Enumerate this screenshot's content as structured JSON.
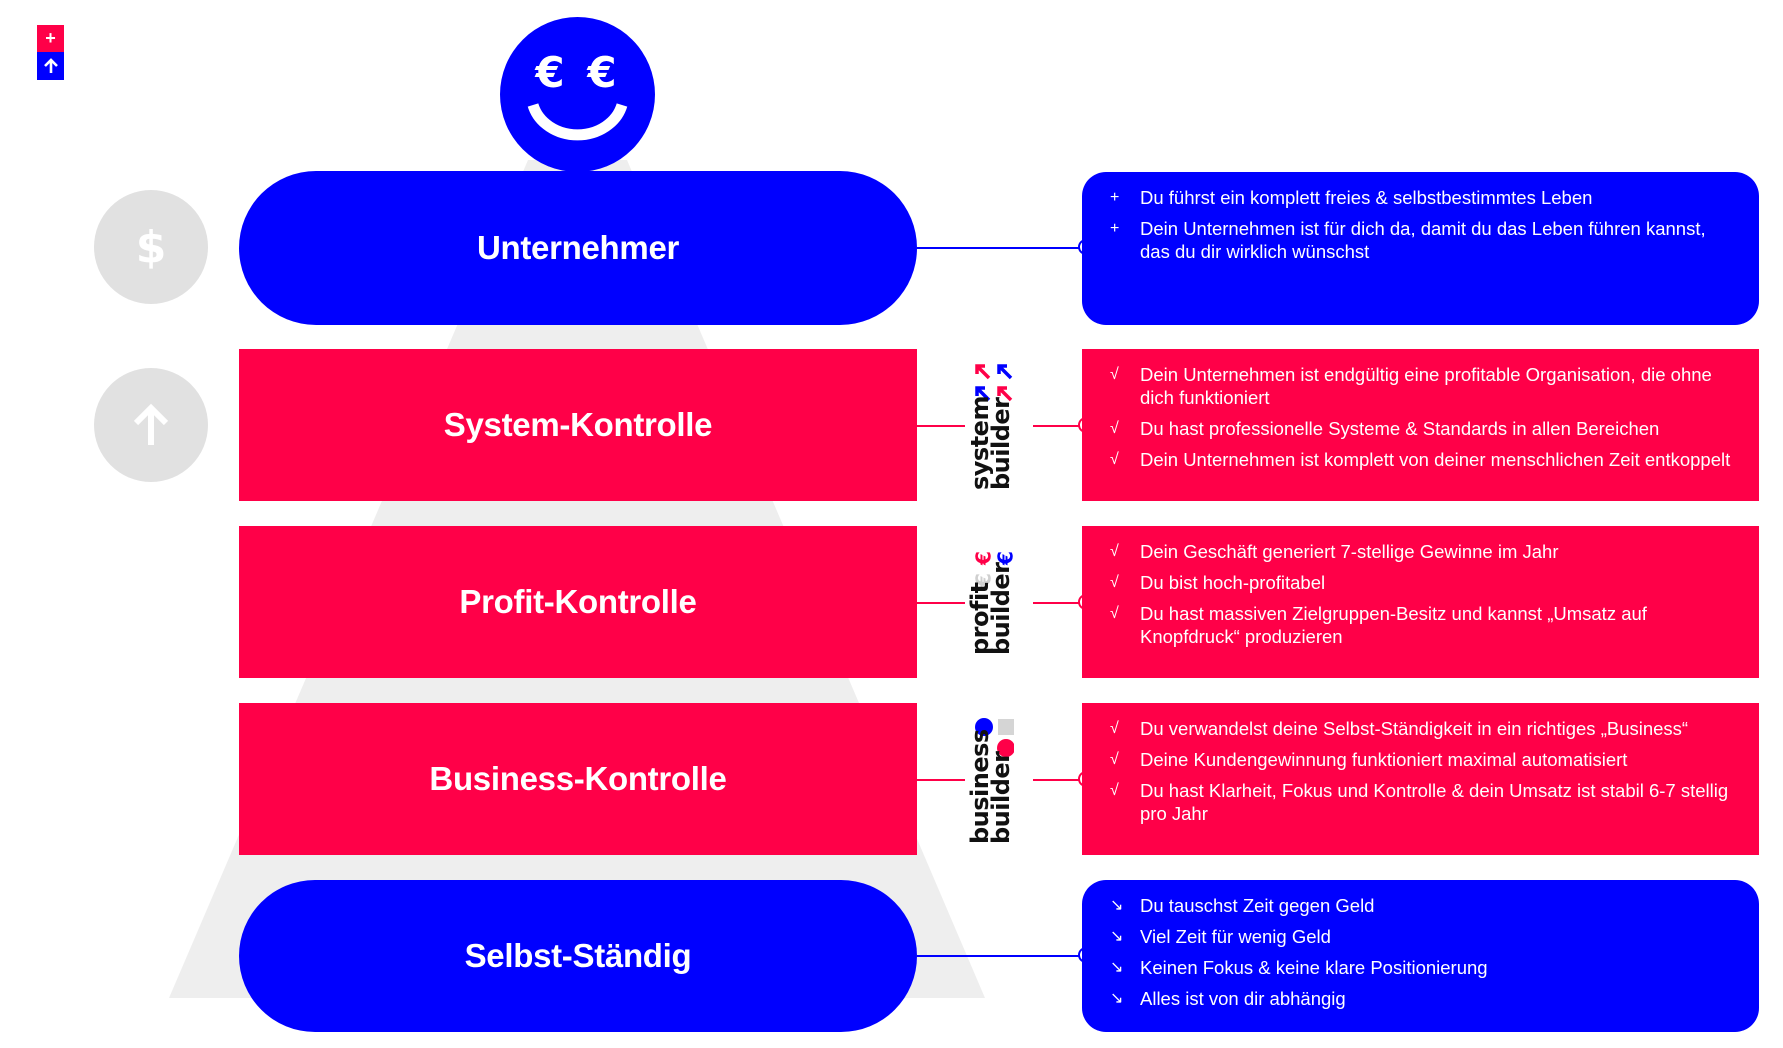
{
  "brand": {
    "plus_icon": "plus-icon",
    "arrow_icon": "arrow-up-icon",
    "colors": {
      "red": "#ff0048",
      "blue": "#0000ff",
      "grey": "#e1e1e1",
      "pyramid": "#eeeeee"
    }
  },
  "top_icon": {
    "name": "euro-smiley-icon",
    "glyph": "€ €"
  },
  "side_icons": [
    {
      "name": "dollar-icon",
      "glyph": "$"
    },
    {
      "name": "arrow-up-icon",
      "glyph": "↑"
    }
  ],
  "levels": [
    {
      "title": "Unternehmer",
      "style": "pill-blue",
      "logo": null,
      "marker": "+",
      "points": [
        "Du führst ein komplett freies & selbstbestimmtes Leben",
        "Dein Unternehmen ist für dich da, damit du das Leben führen kannst, das du dir wirklich wünschst"
      ]
    },
    {
      "title": "System-Kontrolle",
      "style": "rect-red",
      "logo": {
        "line1": "system",
        "line2": "builder",
        "icon": "arrows-icon"
      },
      "marker": "√",
      "points": [
        "Dein Unternehmen ist endgültig eine profitable Organisation, die ohne dich funktioniert",
        "Du hast professionelle Systeme & Standards in allen Bereichen",
        "Dein Unternehmen ist komplett von deiner menschlichen Zeit entkoppelt"
      ]
    },
    {
      "title": "Profit-Kontrolle",
      "style": "rect-red",
      "logo": {
        "line1": "profit",
        "line2": "builder",
        "icon": "euro-icons"
      },
      "marker": "√",
      "points": [
        "Dein Geschäft generiert 7-stellige Gewinne im Jahr",
        "Du bist hoch-profitabel",
        "Du hast massiven Zielgruppen-Besitz und kannst „Umsatz auf Knopfdruck“ produzieren"
      ]
    },
    {
      "title": "Business-Kontrolle",
      "style": "rect-red",
      "logo": {
        "line1": "business",
        "line2": "builder",
        "icon": "dots-icon"
      },
      "marker": "√",
      "points": [
        "Du verwandelst deine Selbst-Ständigkeit in ein richtiges „Business“",
        "Deine Kundengewinnung funktioniert maximal automatisiert",
        "Du hast Klarheit, Fokus und Kontrolle & dein Umsatz ist stabil 6-7 stellig pro Jahr"
      ]
    },
    {
      "title": "Selbst-Ständig",
      "style": "pill-blue",
      "logo": null,
      "marker": "↘",
      "points": [
        "Du tauschst Zeit gegen Geld",
        "Viel Zeit für wenig Geld",
        "Keinen Fokus & keine klare Positionierung",
        "Alles ist von dir abhängig"
      ]
    }
  ]
}
